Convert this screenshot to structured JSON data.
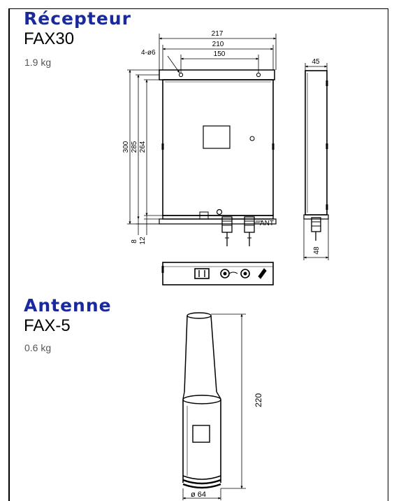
{
  "receiver": {
    "title": "Récepteur",
    "model": "FAX30",
    "weight": "1.9 kg",
    "dims": {
      "width_outer": "217",
      "width_mid": "210",
      "width_holes": "150",
      "holes": "4-ø6",
      "height_outer": "300",
      "height_mid": "285",
      "height_inner": "264",
      "bottom_a": "8",
      "bottom_b": "12",
      "connector": "ANT",
      "depth_top": "45",
      "depth_bottom": "48"
    }
  },
  "antenna": {
    "title": "Antenne",
    "model": "FAX-5",
    "weight": "0.6 kg",
    "dims": {
      "height": "220",
      "diameter": "ø 64"
    }
  }
}
